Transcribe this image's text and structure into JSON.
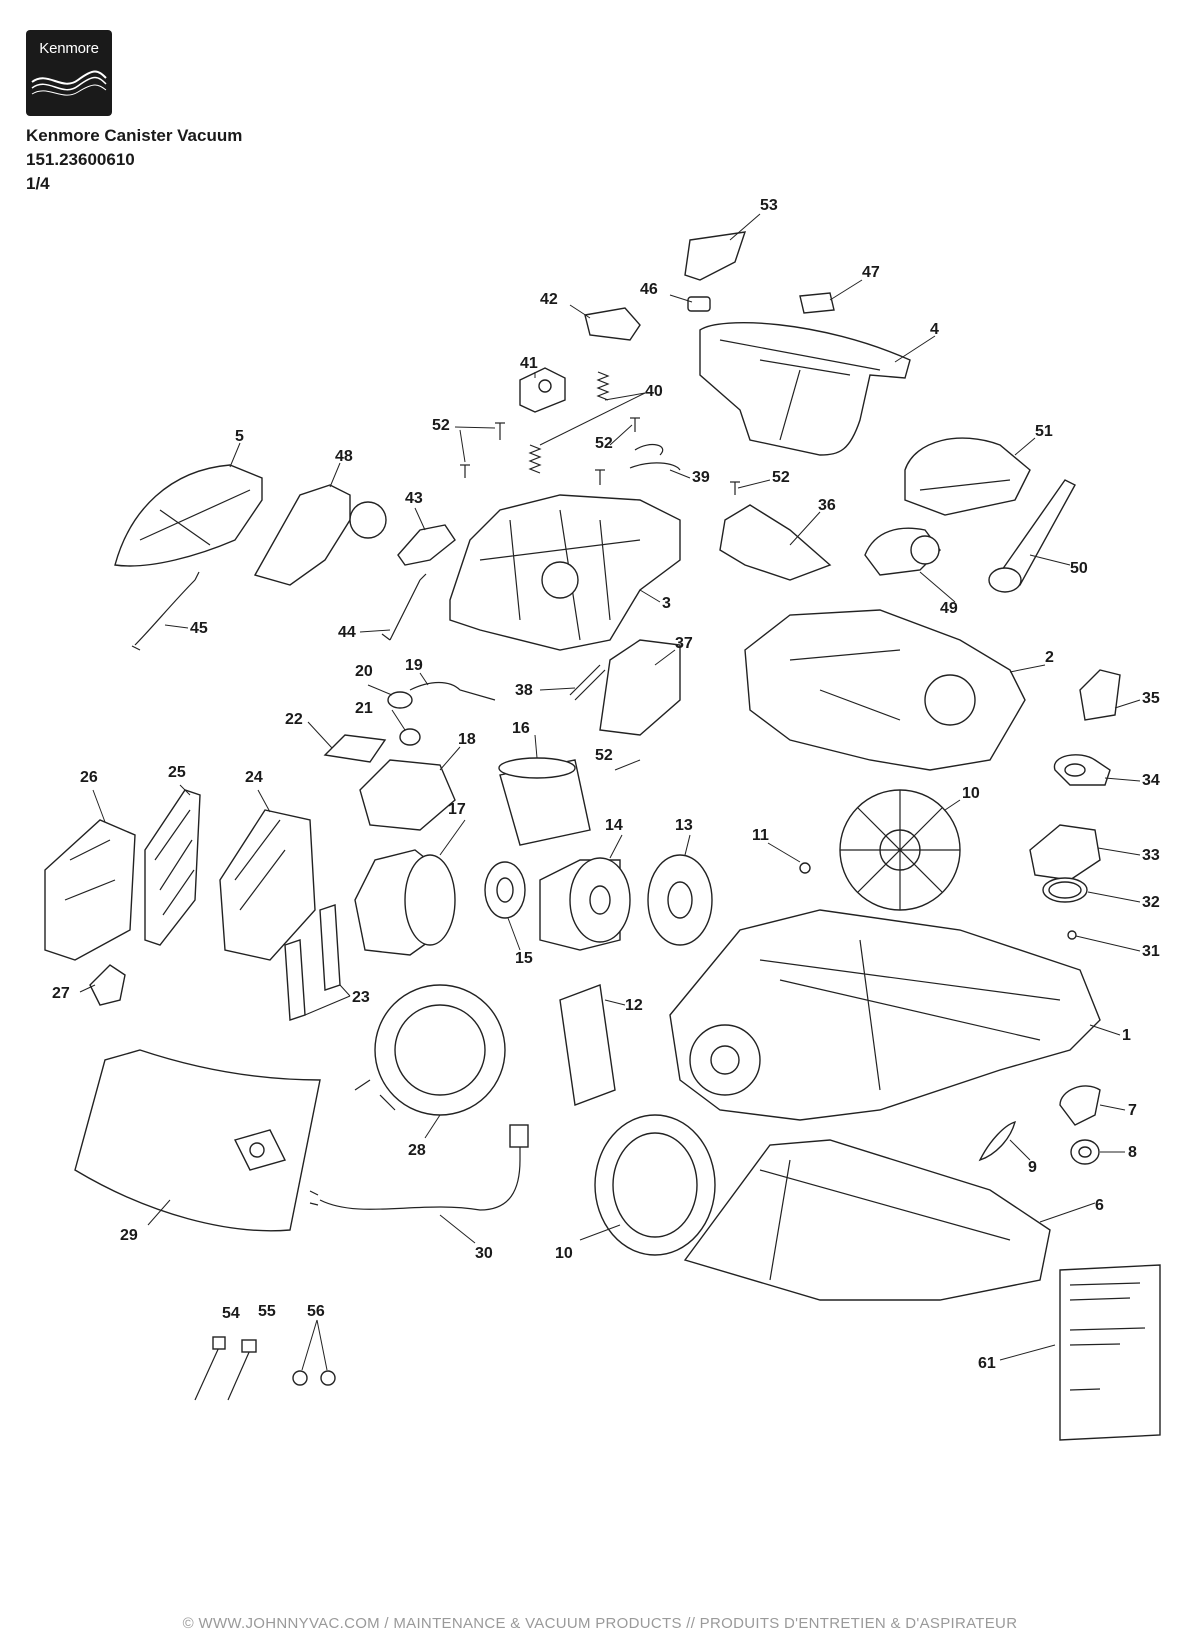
{
  "brand": {
    "logo_text": "Kenmore"
  },
  "header": {
    "model_name": "Kenmore Canister Vacuum",
    "model_number": "151.23600610",
    "page": "1/4"
  },
  "callouts": [
    {
      "id": "c53",
      "label": "53"
    },
    {
      "id": "c46",
      "label": "46"
    },
    {
      "id": "c47",
      "label": "47"
    },
    {
      "id": "c42",
      "label": "42"
    },
    {
      "id": "c4",
      "label": "4"
    },
    {
      "id": "c41",
      "label": "41"
    },
    {
      "id": "c40",
      "label": "40"
    },
    {
      "id": "c52a",
      "label": "52"
    },
    {
      "id": "c52b",
      "label": "52"
    },
    {
      "id": "c51",
      "label": "51"
    },
    {
      "id": "c5",
      "label": "5"
    },
    {
      "id": "c48",
      "label": "48"
    },
    {
      "id": "c39",
      "label": "39"
    },
    {
      "id": "c52c",
      "label": "52"
    },
    {
      "id": "c43",
      "label": "43"
    },
    {
      "id": "c36",
      "label": "36"
    },
    {
      "id": "c3",
      "label": "3"
    },
    {
      "id": "c50",
      "label": "50"
    },
    {
      "id": "c49",
      "label": "49"
    },
    {
      "id": "c45",
      "label": "45"
    },
    {
      "id": "c44",
      "label": "44"
    },
    {
      "id": "c37",
      "label": "37"
    },
    {
      "id": "c20",
      "label": "20"
    },
    {
      "id": "c19",
      "label": "19"
    },
    {
      "id": "c2",
      "label": "2"
    },
    {
      "id": "c38",
      "label": "38"
    },
    {
      "id": "c35",
      "label": "35"
    },
    {
      "id": "c21",
      "label": "21"
    },
    {
      "id": "c22",
      "label": "22"
    },
    {
      "id": "c16",
      "label": "16"
    },
    {
      "id": "c18",
      "label": "18"
    },
    {
      "id": "c52d",
      "label": "52"
    },
    {
      "id": "c34",
      "label": "34"
    },
    {
      "id": "c26",
      "label": "26"
    },
    {
      "id": "c25",
      "label": "25"
    },
    {
      "id": "c24",
      "label": "24"
    },
    {
      "id": "c10a",
      "label": "10"
    },
    {
      "id": "c17",
      "label": "17"
    },
    {
      "id": "c14",
      "label": "14"
    },
    {
      "id": "c13",
      "label": "13"
    },
    {
      "id": "c11",
      "label": "11"
    },
    {
      "id": "c33",
      "label": "33"
    },
    {
      "id": "c32",
      "label": "32"
    },
    {
      "id": "c15",
      "label": "15"
    },
    {
      "id": "c31",
      "label": "31"
    },
    {
      "id": "c27",
      "label": "27"
    },
    {
      "id": "c23",
      "label": "23"
    },
    {
      "id": "c12",
      "label": "12"
    },
    {
      "id": "c1",
      "label": "1"
    },
    {
      "id": "c7",
      "label": "7"
    },
    {
      "id": "c28",
      "label": "28"
    },
    {
      "id": "c8",
      "label": "8"
    },
    {
      "id": "c9",
      "label": "9"
    },
    {
      "id": "c6",
      "label": "6"
    },
    {
      "id": "c29",
      "label": "29"
    },
    {
      "id": "c30",
      "label": "30"
    },
    {
      "id": "c10b",
      "label": "10"
    },
    {
      "id": "c54",
      "label": "54"
    },
    {
      "id": "c55",
      "label": "55"
    },
    {
      "id": "c56",
      "label": "56"
    },
    {
      "id": "c61",
      "label": "61"
    }
  ],
  "footer": {
    "copyright": "© WWW.JOHNNYVAC.COM / MAINTENANCE & VACUUM PRODUCTS  //  PRODUITS D'ENTRETIEN & D'ASPIRATEUR"
  }
}
